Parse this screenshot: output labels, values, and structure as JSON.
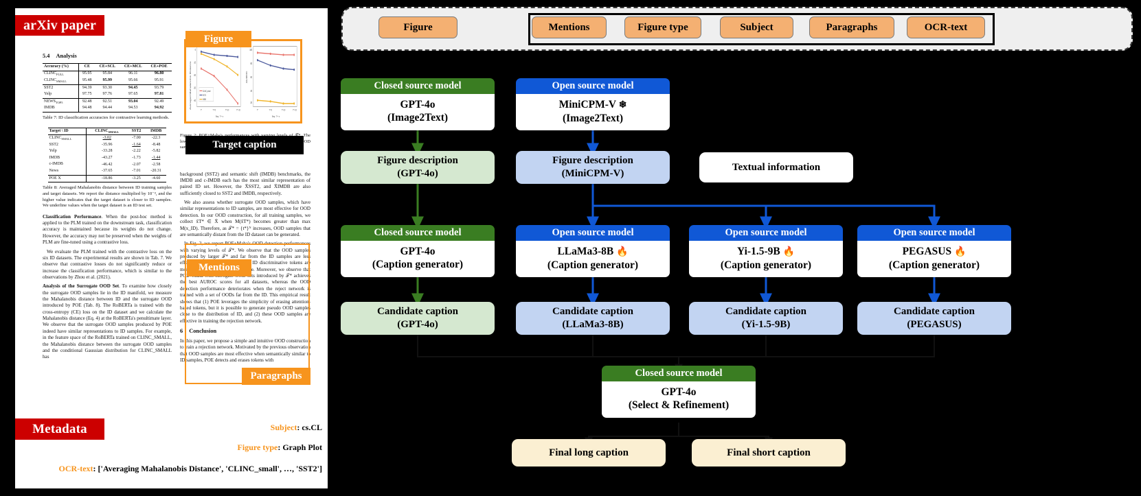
{
  "left_panel": {
    "tag_arxiv": "arXiv paper",
    "tag_metadata": "Metadata",
    "tag_figure": "Figure",
    "tag_target_caption": "Target caption",
    "tag_mentions": "Mentions",
    "tag_paragraphs": "Paragraphs",
    "section_analysis": {
      "number": "5.4",
      "title": "Analysis"
    },
    "table7": {
      "headers": [
        "Accuracy (%)",
        "CE",
        "CE+SCL",
        "CE+MCL",
        "CE+POE"
      ],
      "rows": [
        {
          "name": "CLINC",
          "sub": "FULL",
          "cells": [
            "95.95",
            "95.84",
            "96.11",
            "96.80"
          ],
          "bold": [
            false,
            false,
            false,
            true
          ]
        },
        {
          "name": "CLINC",
          "sub": "SMALL",
          "cells": [
            "95.48",
            "95.99",
            "95.66",
            "95.91"
          ],
          "bold": [
            false,
            true,
            false,
            false
          ]
        },
        {
          "name": "SST2",
          "sub": "",
          "cells": [
            "94.39",
            "93.30",
            "94.45",
            "93.79"
          ],
          "bold": [
            false,
            false,
            true,
            false
          ]
        },
        {
          "name": "Yelp",
          "sub": "",
          "cells": [
            "97.75",
            "97.76",
            "97.65",
            "97.81"
          ],
          "bold": [
            false,
            false,
            false,
            true
          ]
        },
        {
          "name": "NEWS",
          "sub": "TOP5",
          "cells": [
            "92.48",
            "92.51",
            "93.04",
            "92.49"
          ],
          "bold": [
            false,
            false,
            true,
            false
          ]
        },
        {
          "name": "IMDB",
          "sub": "",
          "cells": [
            "94.48",
            "94.44",
            "94.53",
            "94.92"
          ],
          "bold": [
            false,
            false,
            false,
            true
          ]
        }
      ],
      "caption": "Table 7:  ID classification accuracies for contrastive learning methods."
    },
    "table8": {
      "headers": [
        "Target \\ ID",
        "CLINC",
        "SST2",
        "IMDB"
      ],
      "header_sub": "SMALL",
      "rows": [
        {
          "name": "CLINC",
          "sub": "SMALL",
          "cells": [
            "-3.02",
            "-7.00",
            "-22.3"
          ],
          "under": [
            true,
            false,
            false
          ]
        },
        {
          "name": "SST2",
          "sub": "",
          "cells": [
            "-35.96",
            "-1.64",
            "-8.48"
          ],
          "under": [
            false,
            true,
            false
          ]
        },
        {
          "name": "Yelp",
          "sub": "",
          "cells": [
            "-33.28",
            "-2.22",
            "-5.82"
          ],
          "under": [
            false,
            false,
            false
          ]
        },
        {
          "name": "IMDB",
          "sub": "",
          "cells": [
            "-43.27",
            "-1.73",
            "-1.44"
          ],
          "under": [
            false,
            false,
            true
          ]
        },
        {
          "name": "c-IMDB",
          "sub": "",
          "cells": [
            "-46.42",
            "-2.07",
            "-2.58"
          ],
          "under": [
            false,
            false,
            false
          ]
        },
        {
          "name": "News",
          "sub": "",
          "cells": [
            "-37.65",
            "-7.01",
            "-20.31"
          ],
          "under": [
            false,
            false,
            false
          ]
        },
        {
          "name": "POE X",
          "sub": "",
          "cells": [
            "-18.86",
            "-3.25",
            "-4.60"
          ],
          "under": [
            false,
            false,
            false
          ]
        }
      ],
      "caption": "Table 8:  Averaged Mahalanobis distance between ID training samples and target datasets. We report the distance multiplied by 10⁻³, and the higher value indicates that the target dataset is closer to ID samples. We underline values when the target dataset is an ID test set."
    },
    "paragraph_classification_head": "Classification Performance",
    "paragraph_classification": ". When the post-hoc method is applied to the PLM trained on the downstream task, classification accuracy is maintained because its weights do not change. However, the accuracy may not be preserved when the weights of PLM are fine-tuned using a contrastive loss.",
    "paragraph_evaluate": "We evaluate the PLM trained with the contrastive loss on the six ID datasets. The experimental results are shown in Tab. 7. We observe that contrastive losses do not significantly reduce or increase the classification performance, which is similar to the observations by Zhou et al. (2021).",
    "paragraph_surrogate_head": "Analysis of the Surrogate OOD Set",
    "paragraph_surrogate": ". To examine how closely the surrogate OOD samples lie in the ID manifold, we measure the Mahalanobis distance between ID and the surrogate OOD introduced by POE (Tab. 8). The RoBERTa is trained with the cross-entropy (CE) loss on the ID dataset and we calculate the Mahalanobis distance (Eq. 4) at the RoBERTa's penultimate layer. We observe that the surrogate OOD samples produced by POE indeed have similar representations to ID samples. For example, in the feature space of the RoBERTa trained on CLINC_SMALL, the Mahalanobis distance between the surrogate OOD samples and the conditional Gaussian distribution for CLINC_SMALL has",
    "figure_caption": "Figure 2: POE+Maha's performances with varying levels of 𝒯*. The low Mahalanobis distance implies low similarity between ID and OOD samples.",
    "paragraph_right_top": "background (SST2) and semantic shift (IMDB) benchmarks, the IMDB and c-IMDB each has the most similar representation of paired ID set. However, the X̄SST2, and X̄IMDB are also sufficiently closed to SST2 and IMDB, respectively.",
    "paragraph_right_2": "We also assess whether surrogate OOD samples, which have similar representations to ID samples, are most effective for OOD detection. In our OOD construction, for all training samples, we collect x̃T* ∈ X̄ when M(x̃T*) becomes greater than max M(x_ID). Therefore, as 𝒯* = {t*}ᴺ increases, OOD samples that are semantically distant from the ID dataset can be generated.",
    "paragraph_mentions": "In Fig. 2, we report POE+Maha's OOD detection performances with varying levels of 𝒯*. We observe that the OOD samples produced by larger 𝒯* and far from the ID samples are less effective. This trait is desirable as ID discriminative tokens are more erased in the surrogate sample. Moreover, we observe that POE+Maha with surrogate OOD sets introduced by 𝒯* achieves the best AUROC scores for all datasets, whereas the OOD detection performance deteriorates when the reject network is trained with a set of OODs far from the ID. This empirical result shows that (1) POE leverages the simplicity of erasing attention-based tokens, but it is possible to generate pseudo OOD samples close to the distribution of ID, and (2) these OOD samples are effective in training the rejection network.",
    "section_conclusion": {
      "number": "6",
      "title": "Conclusion"
    },
    "paragraph_conclusion": "In this paper, we propose a simple and intuitive OOD construction to train a rejection network. Motivated by the previous observation that OOD samples are most effective when semantically similar to ID samples, POE detects and erases tokens with",
    "metadata": {
      "subject_key": "Subject",
      "subject_value": "cs.CL",
      "figtype_key": "Figure type",
      "figtype_value": "Graph Plot",
      "ocr_key": "OCR-text",
      "ocr_value": "['Averaging Mahalanobis Distance', 'CLINC_small', …, 'SST2']"
    },
    "figure_chart": {
      "type": "line",
      "left": {
        "ylabel": "Averaged Mahalanobis Distance",
        "xlabel": "Step : 𝒯* + n",
        "xticks": [
          "𝒯*",
          "𝒯* + 5",
          "𝒯* + 10",
          "𝒯* + 15"
        ],
        "yticks": [
          "0",
          "-10",
          "-20",
          "-30",
          "-40",
          "-50"
        ],
        "legend": [
          "CLINC_small",
          "SST2",
          "IMDB"
        ],
        "series": [
          {
            "name": "CLINC_small",
            "color": "#E8736B",
            "values": [
              -18,
              -26,
              -38,
              -50
            ]
          },
          {
            "name": "SST2",
            "color": "#4D5B9E",
            "values": [
              -3,
              -5,
              -6,
              -7
            ]
          },
          {
            "name": "IMDB",
            "color": "#F0B429",
            "values": [
              -5,
              -8,
              -11,
              -15
            ]
          }
        ]
      },
      "right": {
        "ylabel": "AUROC",
        "xlabel": "Step : 𝒯* + n",
        "xticks": [
          "𝒯*",
          "𝒯* + 5",
          "𝒯* + 10",
          "𝒯* + 15"
        ],
        "yticks": [
          "100",
          "80",
          "60",
          "40",
          "20"
        ],
        "series": [
          {
            "name": "CLINC_small",
            "color": "#E8736B",
            "values": [
              96,
              95,
              94,
              94
            ]
          },
          {
            "name": "SST2",
            "color": "#4D5B9E",
            "values": [
              86,
              81,
              78,
              77
            ]
          },
          {
            "name": "IMDB",
            "color": "#F0B429",
            "values": [
              24,
              23,
              21,
              21
            ]
          }
        ]
      }
    }
  },
  "flow": {
    "input_chips": [
      {
        "id": "figure",
        "label": "Figure"
      },
      {
        "id": "mentions",
        "label": "Mentions"
      },
      {
        "id": "figtype",
        "label": "Figure type"
      },
      {
        "id": "subject",
        "label": "Subject"
      },
      {
        "id": "paragraphs",
        "label": "Paragraphs"
      },
      {
        "id": "ocrtext",
        "label": "OCR-text"
      }
    ],
    "labels": {
      "closed_source": "Closed source model",
      "open_source": "Open source model"
    },
    "row1": [
      {
        "id": "gpt4o-i2t",
        "hdr": "Closed source model",
        "name": "GPT-4o",
        "sub": "(Image2Text)",
        "icon": ""
      },
      {
        "id": "minicpm-i2t",
        "hdr": "Open source model",
        "name": "MiniCPM-V",
        "sub": "(Image2Text)",
        "icon": "❄"
      }
    ],
    "row2": [
      {
        "id": "figdesc-gpt4o",
        "label": "Figure description",
        "sub": "(GPT-4o)"
      },
      {
        "id": "figdesc-minicpm",
        "label": "Figure description",
        "sub": "(MiniCPM-V)"
      },
      {
        "id": "textual-info",
        "label": "Textual information",
        "sub": ""
      }
    ],
    "row3": [
      {
        "id": "gpt4o-cap",
        "hdr": "Closed source model",
        "name": "GPT-4o",
        "sub": "(Caption generator)",
        "icon": ""
      },
      {
        "id": "llama-cap",
        "hdr": "Open source model",
        "name": "LLaMa3-8B",
        "sub": "(Caption generator)",
        "icon": "🔥"
      },
      {
        "id": "yi-cap",
        "hdr": "Open source model",
        "name": "Yi-1.5-9B",
        "sub": "(Caption generator)",
        "icon": "🔥"
      },
      {
        "id": "pegasus-cap",
        "hdr": "Open source model",
        "name": "PEGASUS",
        "sub": "(Caption generator)",
        "icon": "🔥"
      }
    ],
    "row4": [
      {
        "id": "cand-gpt4o",
        "label": "Candidate caption",
        "sub": "(GPT-4o)"
      },
      {
        "id": "cand-llama",
        "label": "Candidate caption",
        "sub": "(LLaMa3-8B)"
      },
      {
        "id": "cand-yi",
        "label": "Candidate caption",
        "sub": "(Yi-1.5-9B)"
      },
      {
        "id": "cand-pegasus",
        "label": "Candidate caption",
        "sub": "(PEGASUS)"
      }
    ],
    "refiner": {
      "hdr": "Closed source model",
      "name": "GPT-4o",
      "sub": "(Select & Refinement)"
    },
    "row6": [
      {
        "id": "final-long",
        "label": "Final long caption"
      },
      {
        "id": "final-short",
        "label": "Final short caption"
      }
    ],
    "colors": {
      "closed_header": "#3A7D22",
      "open_header": "#1058D6",
      "green_box": "#D5E8D0",
      "blue_box": "#C2D4F2",
      "cream_box": "#FBEFD2",
      "chip": "#F4B072",
      "green_arrow": "#3A7D22",
      "blue_arrow": "#1058D6",
      "accent_orange": "#F7941D",
      "tag_red": "#CC0000"
    }
  }
}
